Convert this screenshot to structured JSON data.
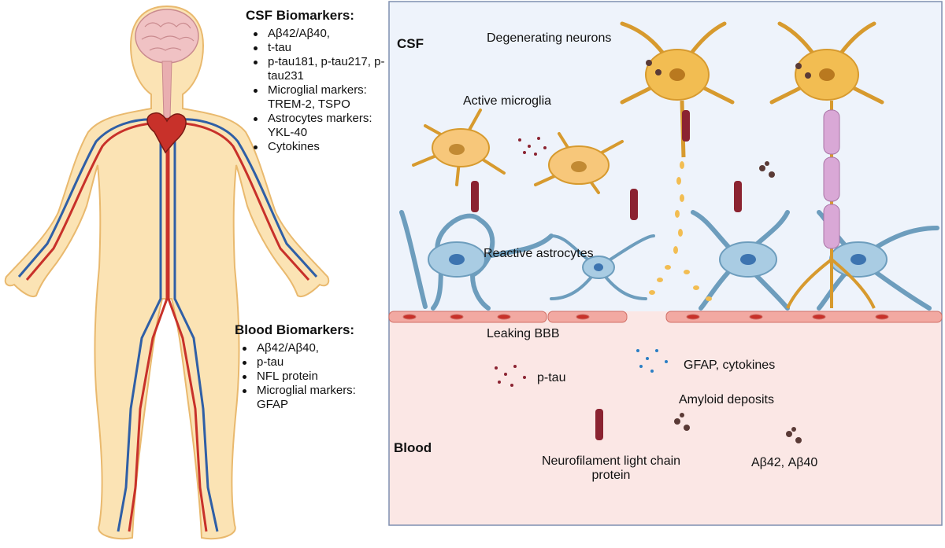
{
  "csf_biomarkers": {
    "title": "CSF Biomarkers:",
    "items": [
      "Aβ42/Aβ40,",
      "t-tau",
      "p-tau181, p-tau217, p-tau231",
      "Microglial markers: TREM-2, TSPO",
      "Astrocytes markers: YKL-40",
      "Cytokines"
    ]
  },
  "blood_biomarkers": {
    "title": "Blood Biomarkers:",
    "items": [
      "Aβ42/Aβ40,",
      "p-tau",
      "NFL protein",
      "Microglial markers: GFAP"
    ]
  },
  "panel": {
    "csf_label": "CSF",
    "blood_label": "Blood",
    "degenerating_neurons": "Degenerating neurons",
    "active_microglia": "Active microglia",
    "reactive_astrocytes": "Reactive astrocytes",
    "leaking_bbb": "Leaking BBB",
    "ptau": "p-tau",
    "gfap_cytokines": "GFAP, cytokines",
    "amyloid_deposits": "Amyloid deposits",
    "neurofilament": "Neurofilament light chain protein",
    "abeta": "Aβ42, Aβ40"
  },
  "colors": {
    "csf_bg": "#eef3fb",
    "blood_bg": "#fbe7e5",
    "border": "#7f8fb0",
    "neuron": "#f2bd52",
    "astrocyte": "#a9cce3",
    "vein": "#2f5fa6",
    "artery": "#c8312a",
    "skin": "#fbe3b4"
  }
}
